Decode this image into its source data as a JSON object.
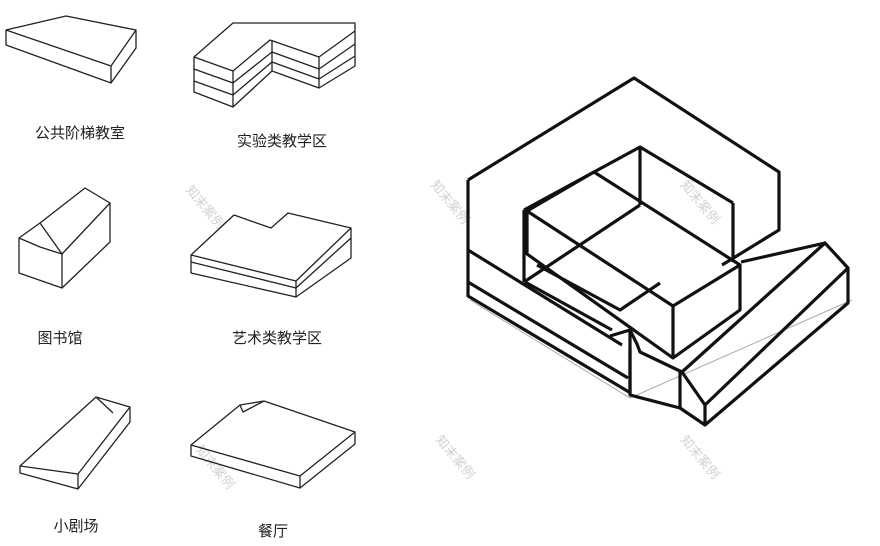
{
  "labels": {
    "lecture": "公共阶梯教室",
    "lab": "实验类教学区",
    "library": "图书馆",
    "art": "艺术类教学区",
    "theater": "小剧场",
    "dining": "餐厅"
  },
  "watermark": "知末案例"
}
